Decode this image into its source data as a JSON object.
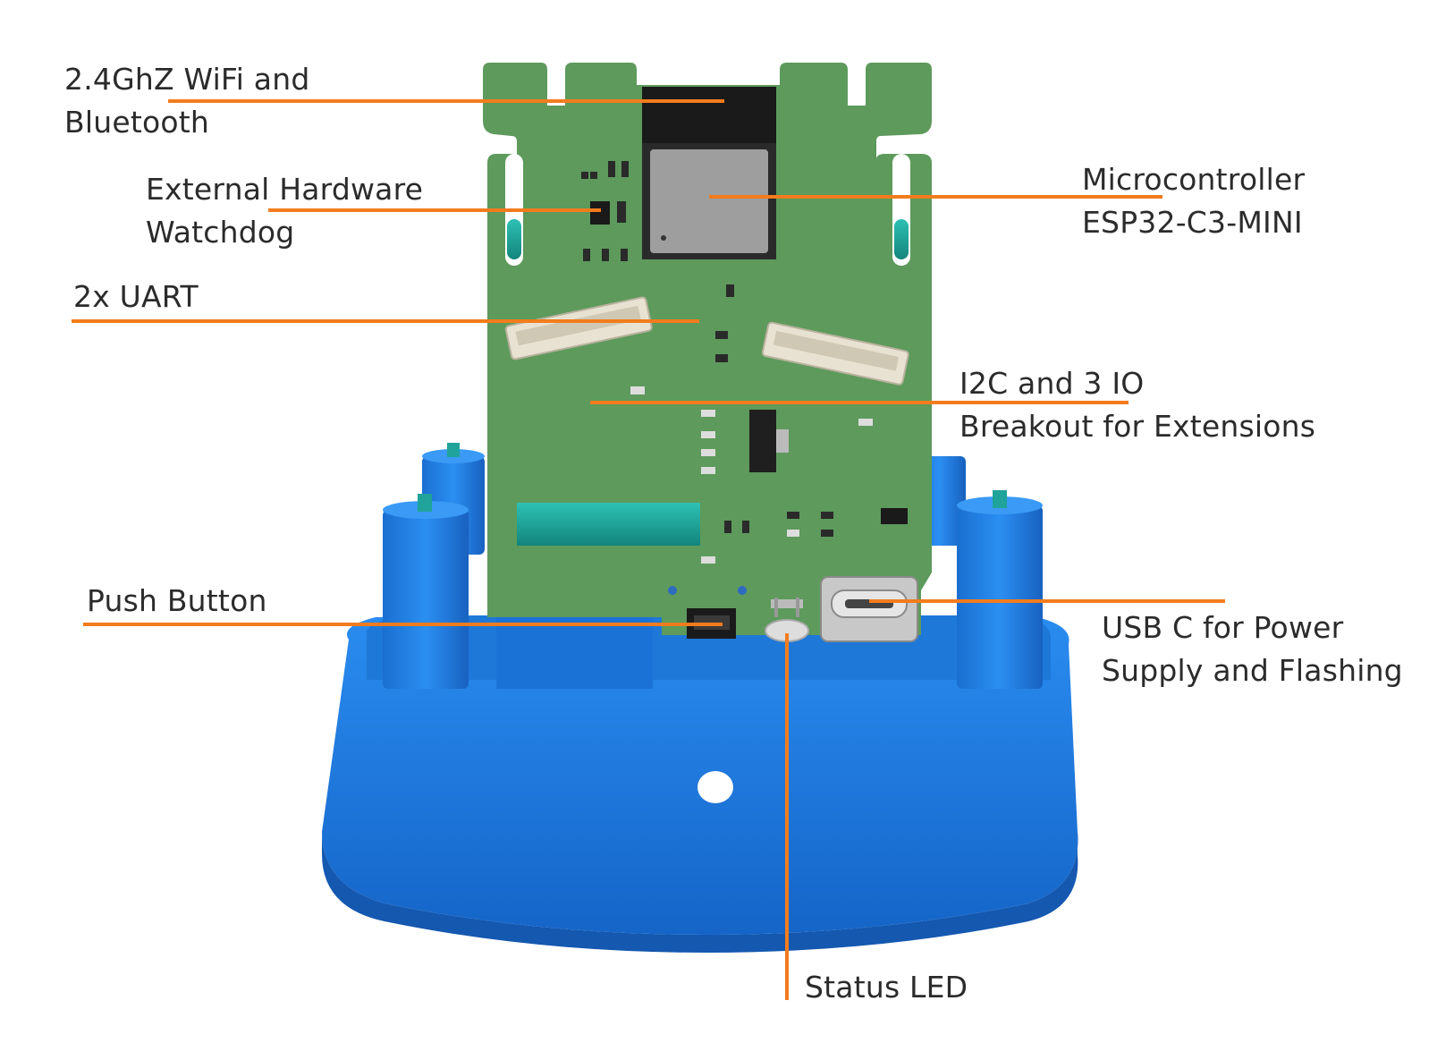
{
  "colors": {
    "leader": "#f27c1d",
    "pcb": "#5d9a5c",
    "pcb_dark": "#4f8a4e",
    "enclosure": "#1f7fe0",
    "enclosure_dark": "#165fb0",
    "module_shield": "#9e9e9e",
    "antenna": "#1b1b1b",
    "teal": "#1fa39a"
  },
  "callouts": {
    "wifi": {
      "line1": "2.4GhZ WiFi and",
      "line2": "Bluetooth"
    },
    "watchdog": {
      "line1": "External Hardware",
      "line2": "Watchdog"
    },
    "uart": {
      "line1": "2x UART"
    },
    "mcu": {
      "line1": "Microcontroller",
      "line2": "ESP32-C3-MINI"
    },
    "i2c": {
      "line1": "I2C and 3 IO",
      "line2": "Breakout for Extensions"
    },
    "button": {
      "line1": "Push Button"
    },
    "usb": {
      "line1": "USB C for Power",
      "line2": "Supply and Flashing"
    },
    "led": {
      "line1": "Status LED"
    }
  },
  "icons": [
    "pcb-board",
    "esp32-module",
    "jst-connector",
    "usb-c-port",
    "push-button",
    "status-led",
    "enclosure-base"
  ]
}
